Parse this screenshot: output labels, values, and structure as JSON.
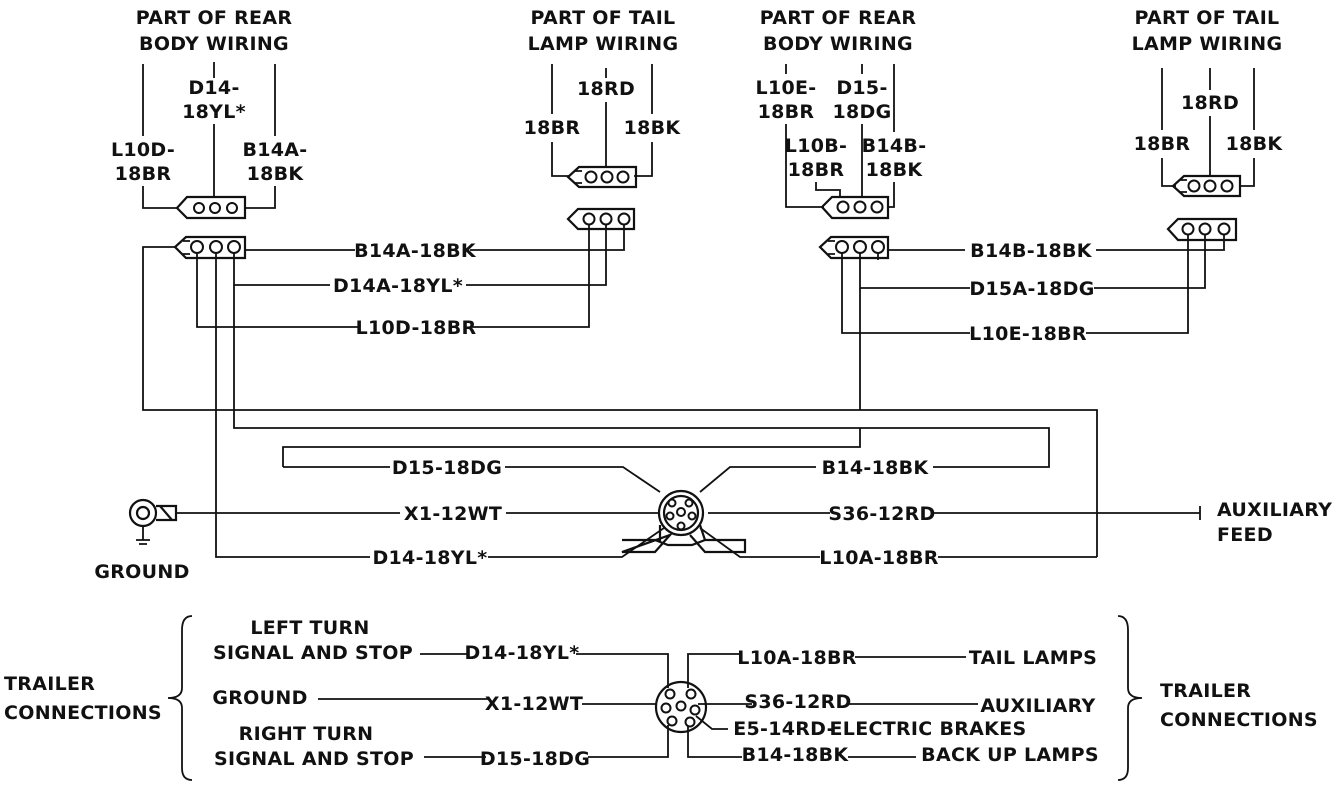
{
  "groups": {
    "rear_body_left": {
      "title1": "PART OF REAR",
      "title2": "BODY WIRING",
      "w_mid_1": "D14-",
      "w_mid_2": "18YL*",
      "w_left_1": "L10D-",
      "w_left_2": "18BR",
      "w_right_1": "B14A-",
      "w_right_2": "18BK"
    },
    "tail_lamp_left": {
      "title1": "PART OF TAIL",
      "title2": "LAMP WIRING",
      "w_left": "18BR",
      "w_mid": "18RD",
      "w_right": "18BK"
    },
    "rear_body_right": {
      "title1": "PART OF REAR",
      "title2": "BODY WIRING",
      "w_a_1": "L10E-",
      "w_a_2": "18BR",
      "w_b_1": "D15-",
      "w_b_2": "18DG",
      "w_c_1": "L10B-",
      "w_c_2": "18BR",
      "w_d_1": "B14B-",
      "w_d_2": "18BK"
    },
    "tail_lamp_right": {
      "title1": "PART OF TAIL",
      "title2": "LAMP WIRING",
      "w_left": "18BR",
      "w_mid": "18RD",
      "w_right": "18BK"
    }
  },
  "wires": {
    "b14a": "B14A-18BK",
    "d14a": "D14A-18YL*",
    "l10d": "L10D-18BR",
    "b14b": "B14B-18BK",
    "d15a": "D15A-18DG",
    "l10e": "L10E-18BR",
    "d15": "D15-18DG",
    "b14": "B14-18BK",
    "x1": "X1-12WT",
    "s36": "S36-12RD",
    "d14": "D14-18YL*",
    "l10a": "L10A-18BR"
  },
  "labels": {
    "ground": "GROUND",
    "aux_1": "AUXILIARY",
    "aux_2": "FEED"
  },
  "legend": {
    "left_title_1": "TRAILER",
    "left_title_2": "CONNECTIONS",
    "right_title_1": "TRAILER",
    "right_title_2": "CONNECTIONS",
    "left_turn_1": "LEFT TURN",
    "left_turn_2": "SIGNAL AND STOP",
    "ground": "GROUND",
    "right_turn_1": "RIGHT TURN",
    "right_turn_2": "SIGNAL AND STOP",
    "d14": "D14-18YL*",
    "x1": "X1-12WT",
    "d15": "D15-18DG",
    "l10a": "L10A-18BR",
    "s36": "S36-12RD",
    "e5": "E5-14RD-",
    "b14": "B14-18BK",
    "tail_lamps": "TAIL LAMPS",
    "auxiliary": "AUXILIARY",
    "electric_brakes": "ELECTRIC BRAKES",
    "back_up_lamps": "BACK UP LAMPS"
  }
}
